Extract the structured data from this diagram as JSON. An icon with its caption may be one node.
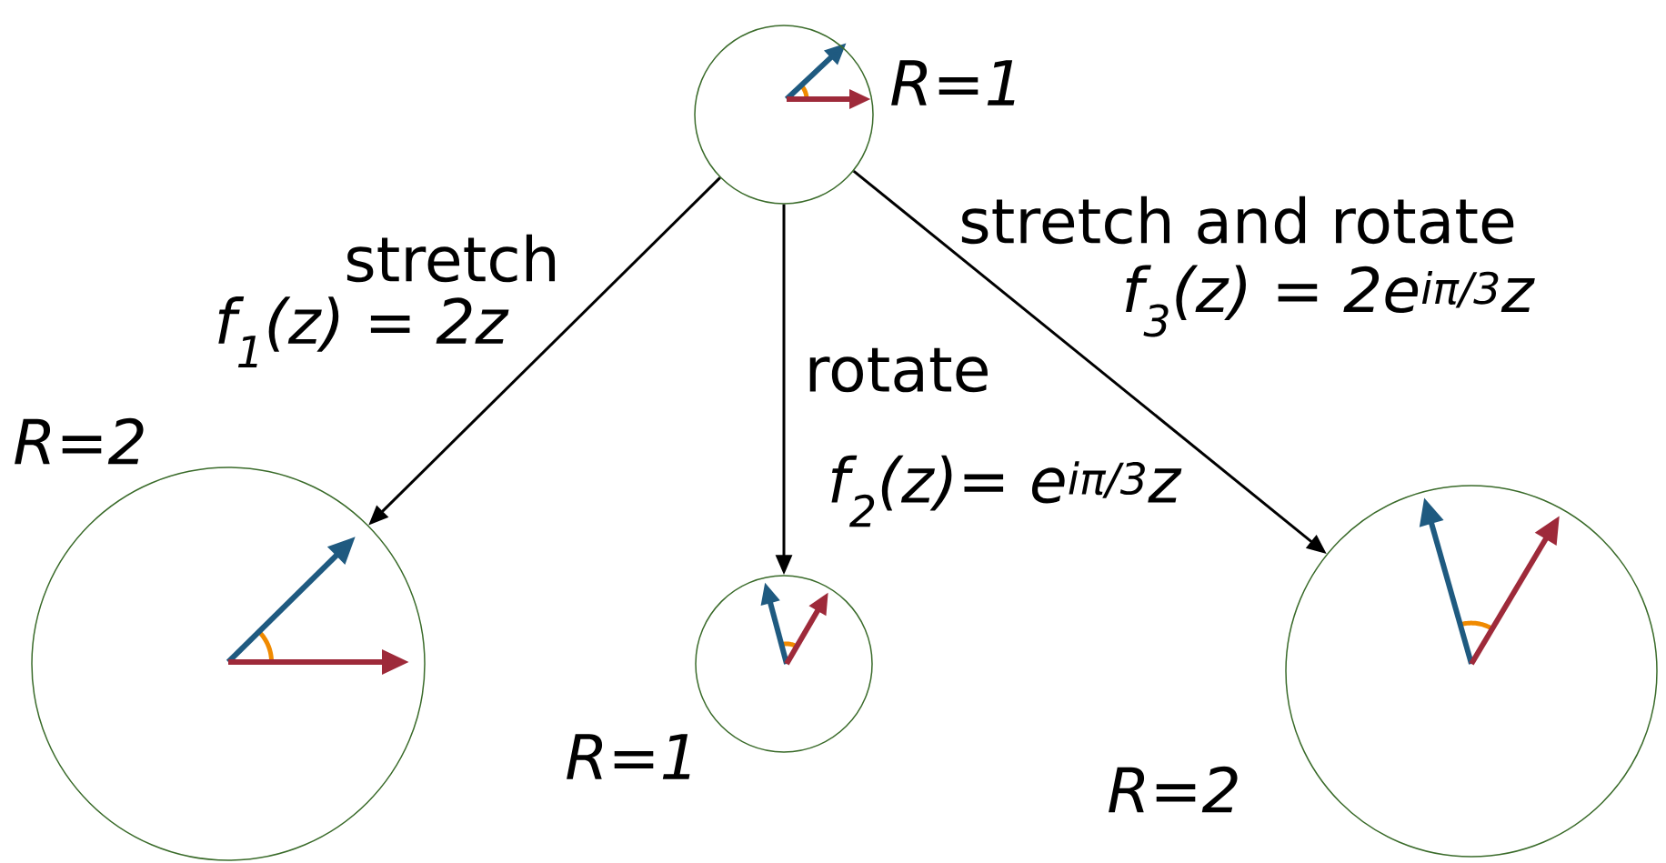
{
  "diagram": {
    "nodes": [
      {
        "text": [],
        "shape": "circle",
        "beside": [
          "R=1"
        ]
      },
      {
        "text": [],
        "shape": "circle",
        "beside": [
          "R=2"
        ]
      },
      {
        "text": [],
        "shape": "circle",
        "beside": [
          "R=1"
        ]
      },
      {
        "text": [],
        "shape": "circle",
        "beside": [
          "R=2"
        ]
      }
    ],
    "edges": [
      {
        "from": 0,
        "to": 1,
        "arrow": "to",
        "label": "stretch"
      },
      {
        "from": 0,
        "to": 2,
        "arrow": "to",
        "label": "rotate"
      },
      {
        "from": 0,
        "to": 3,
        "arrow": "to",
        "label": "stretch and rotate"
      }
    ],
    "labels": [
      "f$_{3}$(z) = 2e$^{iπ/3}$z",
      "f$_{1}$(z) = 2z",
      "f$_{2}$(z)= e$^{iπ/3}$z"
    ]
  }
}
